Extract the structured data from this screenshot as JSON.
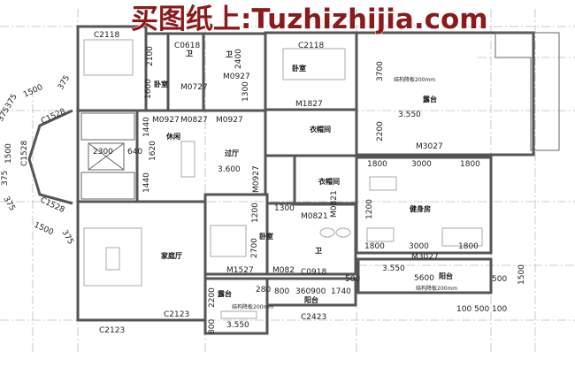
{
  "watermark": "买图纸上:Tuzhizhijia.com",
  "rooms": [
    "卧室",
    "卫",
    "卫",
    "卧室",
    "露台",
    "休闲",
    "过厅",
    "衣帽间",
    "衣帽间",
    "健身房",
    "家庭厅",
    "卧室",
    "卫",
    "露台",
    "阳台",
    "阳台"
  ],
  "openings": [
    "C2118",
    "C0618",
    "C2118",
    "M0727",
    "M0927",
    "M0927",
    "M0827",
    "M0927",
    "M1827",
    "M3027",
    "C1528",
    "C1528",
    "C1528",
    "M0927",
    "M0821",
    "M0821",
    "M1527",
    "M082",
    "M3027",
    "C0918",
    "C2123",
    "C2123",
    "C2423"
  ],
  "dimensions": [
    "2100",
    "2400",
    "1300",
    "1600",
    "3700",
    "2200",
    "1800",
    "3000",
    "1800",
    "1500",
    "375",
    "375375",
    "1500",
    "375",
    "1500",
    "375",
    "375",
    "1440",
    "1620",
    "1440",
    "2300",
    "640",
    "1200",
    "2700",
    "1300",
    "1200",
    "1800",
    "3000",
    "1800",
    "280",
    "800",
    "360900",
    "1740",
    "5600",
    "500",
    "500",
    "1500",
    "100",
    "500",
    "100",
    "2200",
    "800"
  ],
  "elevations": [
    "3.550",
    "3.600",
    "3.550",
    "3.550"
  ],
  "notes": [
    "结构降板200mm",
    "结构降板200mm",
    "结构降板200mm"
  ]
}
